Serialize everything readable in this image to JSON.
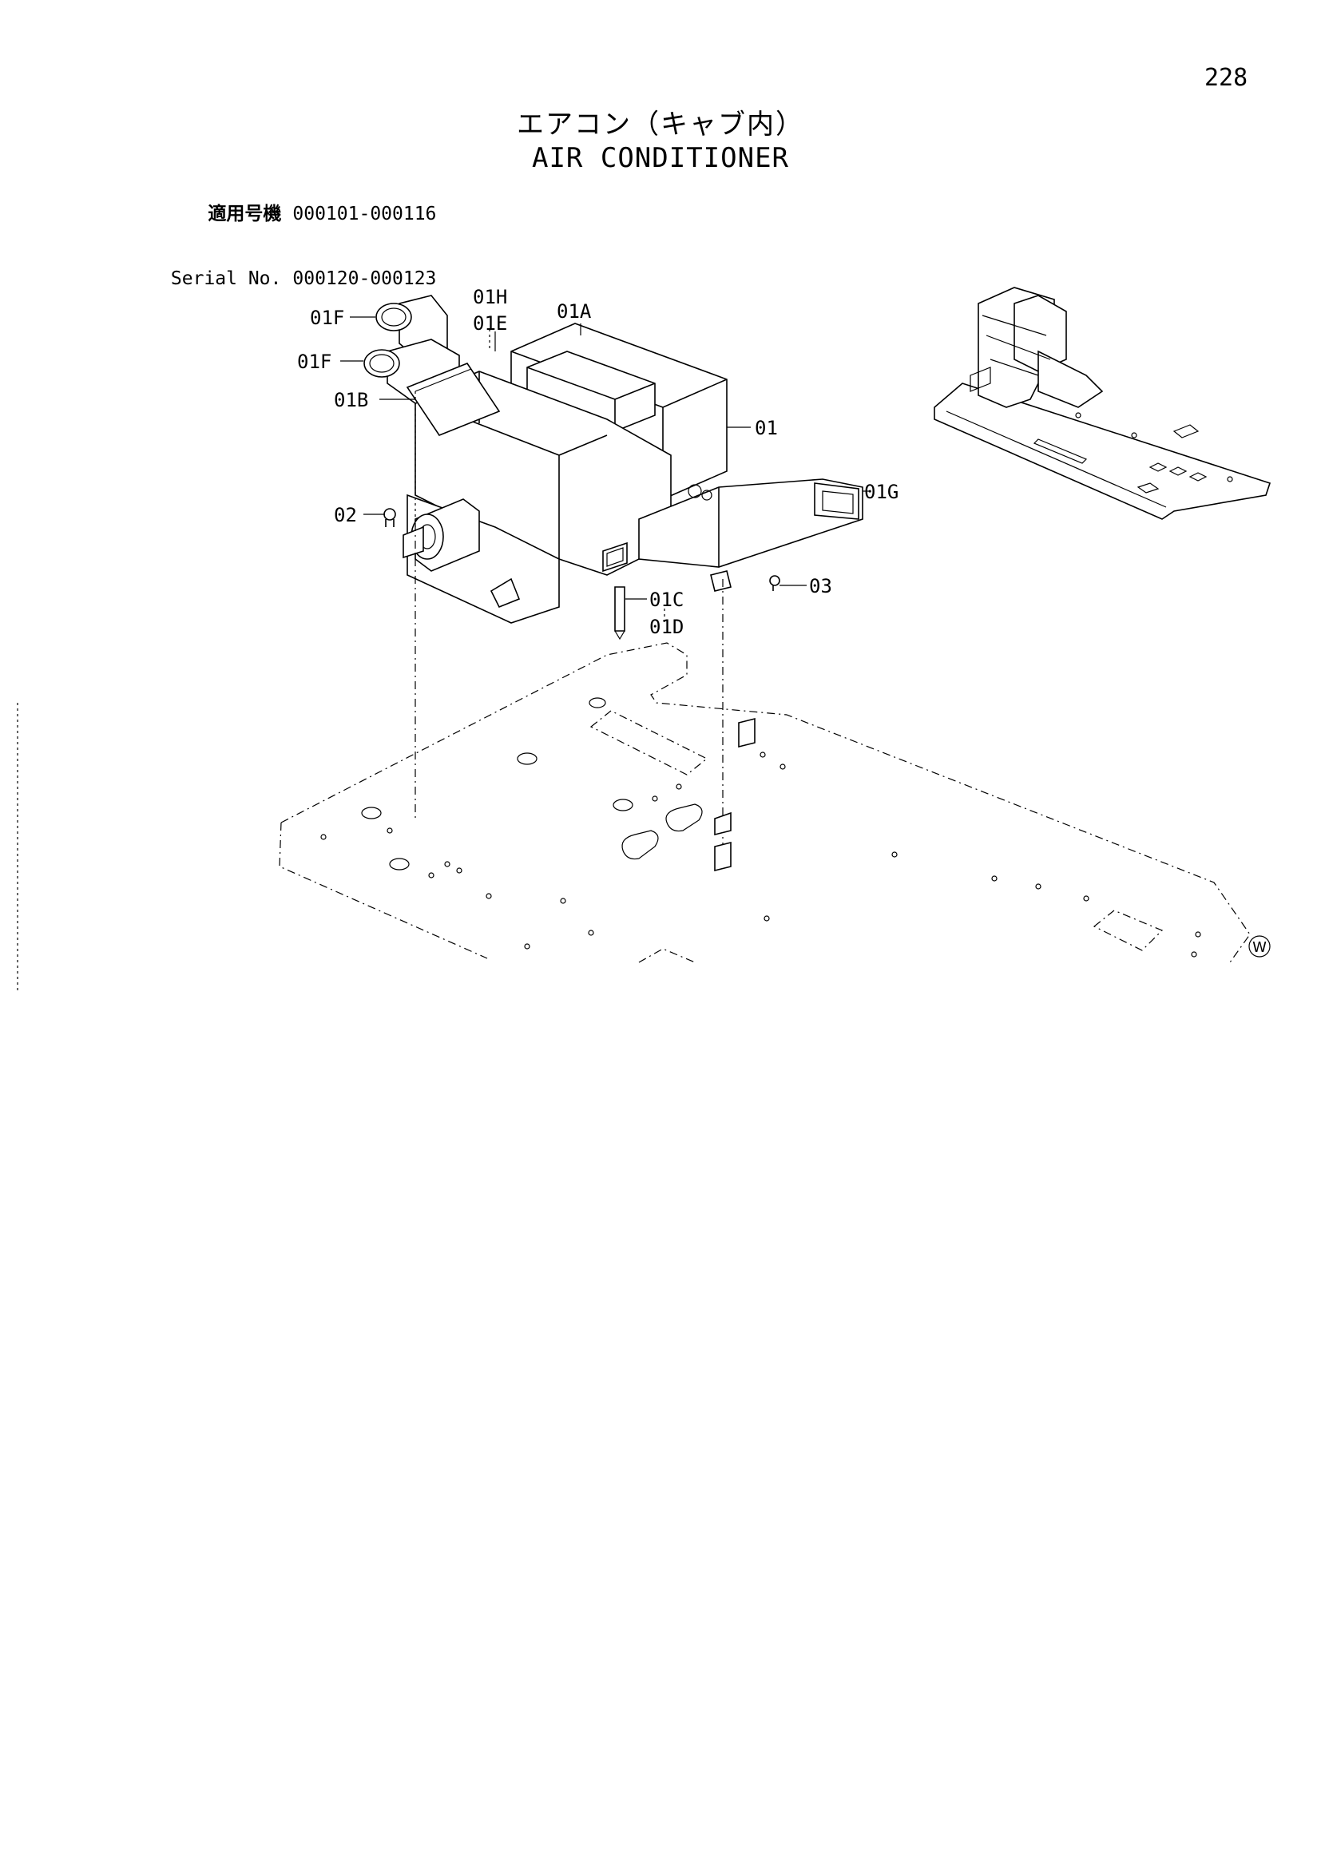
{
  "page": {
    "number": "228",
    "title_jp": "エアコン（キャブ内）",
    "title_en": "AIR CONDITIONER"
  },
  "serial": {
    "label_jp": "適用号機",
    "range_jp": "000101-000116",
    "label_en": "Serial No.",
    "range_en": "000120-000123"
  },
  "callouts": {
    "c01": "01",
    "c01A": "01A",
    "c01B": "01B",
    "c01C": "01C",
    "c01D": "01D",
    "c01E": "01E",
    "c01F_top": "01F",
    "c01F_bottom": "01F",
    "c01G": "01G",
    "c01H": "01H",
    "c02": "02",
    "c03": "03"
  },
  "markers": {
    "variant": "W"
  }
}
